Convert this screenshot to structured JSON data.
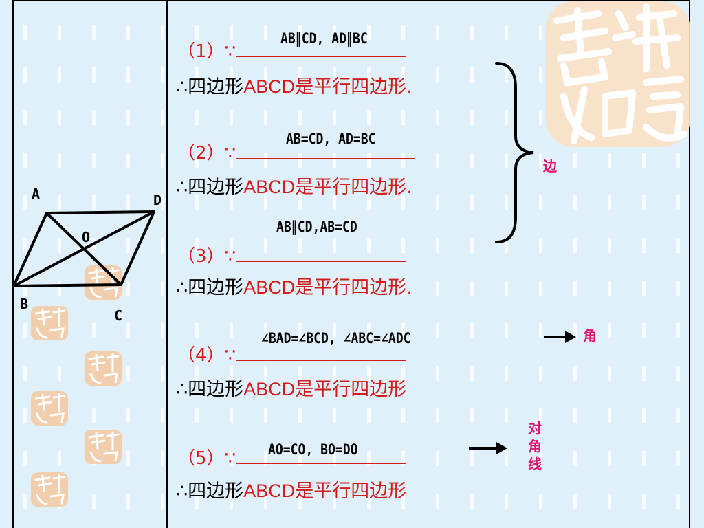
{
  "labels": {
    "A": "A",
    "B": "B",
    "C": "C",
    "D": "D",
    "O": "O"
  },
  "conclusion": {
    "prefix": "∴四边形",
    "abcd": "ABCD",
    "suffix": "是平行四边形."
  },
  "conclusion_plain": {
    "prefix": "∴四边形",
    "abcd": "ABCD",
    "suffix": "是平行四边形"
  },
  "items": [
    {
      "num": "（1）∵",
      "answer": "AB∥CD,   AD∥BC"
    },
    {
      "num": "（2）∵",
      "answer": "AB=CD,   AD=BC"
    },
    {
      "num": "（3）∵",
      "answer": "AB∥CD,AB=CD"
    },
    {
      "num": "（4）∵",
      "answer": "∠BAD=∠BCD,  ∠ABC=∠ADC"
    },
    {
      "num": "（5）∵",
      "answer": "AO=CO,   BO=DO"
    }
  ],
  "tags": {
    "side": "边",
    "angle": "角",
    "diagonal": [
      "对",
      "角",
      "线"
    ]
  },
  "colors": {
    "background": "#dff0fa",
    "text_red": "#d21b1b",
    "tag_pink": "#e0146e",
    "seal": "#f5c9a0"
  }
}
